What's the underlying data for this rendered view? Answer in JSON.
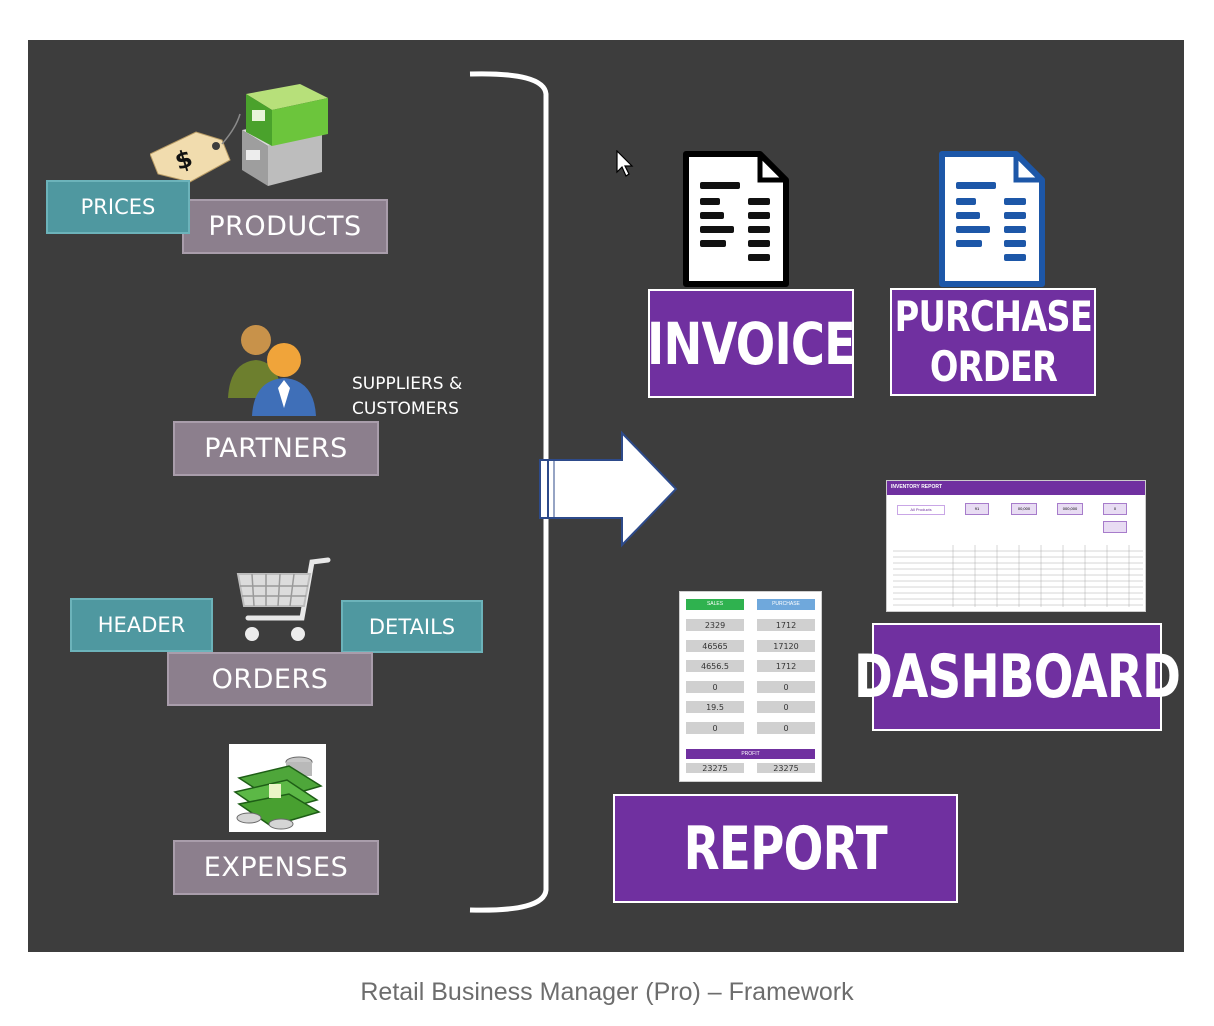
{
  "left": {
    "prices": "PRICES",
    "products": "PRODUCTS",
    "suppliers_customers_line1": "SUPPLIERS &",
    "suppliers_customers_line2": "CUSTOMERS",
    "partners": "PARTNERS",
    "header": "HEADER",
    "details": "DETAILS",
    "orders": "ORDERS",
    "expenses": "EXPENSES"
  },
  "right": {
    "invoice": "INVOICE",
    "purchase_order_line1": "PURCHASE",
    "purchase_order_line2": "ORDER",
    "dashboard": "DASHBOARD",
    "report": "REPORT"
  },
  "report_thumb": {
    "sales_label": "SALES",
    "purchase_label": "PURCHASE",
    "sales_values": [
      "2329",
      "46565",
      "4656.5",
      "0",
      "19.5",
      "0"
    ],
    "purchase_values": [
      "1712",
      "17120",
      "1712",
      "0",
      "0",
      "0"
    ],
    "profit_label": "PROFIT",
    "profit_values": [
      "23275",
      "23275"
    ]
  },
  "dashboard_thumb": {
    "title": "INVENTORY REPORT",
    "filter": "All Products",
    "kpis": [
      "91",
      "00,000",
      "000,000",
      "0"
    ]
  },
  "caption": "Retail Business Manager (Pro) – Framework",
  "colors": {
    "panel": "#3d3d3d",
    "purple": "#7030a0",
    "gray_label": "#8c7f8d",
    "teal_label": "#4f98a0"
  }
}
